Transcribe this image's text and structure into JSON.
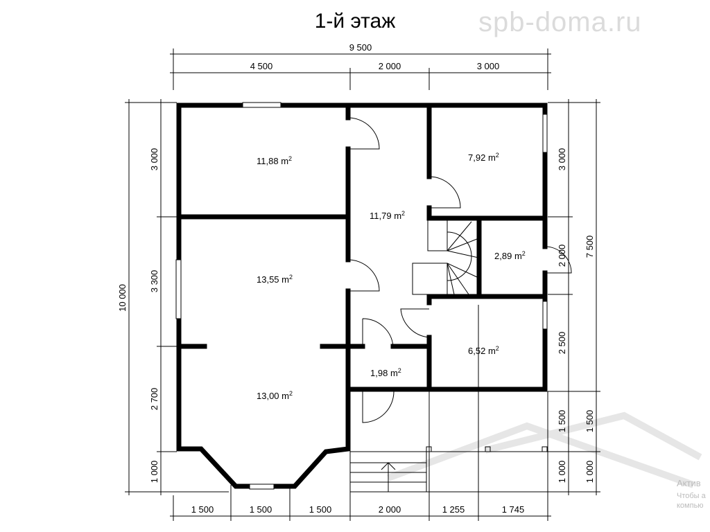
{
  "title": "1-й этаж",
  "dimensions": {
    "top_total": "9 500",
    "top": [
      "4 500",
      "2 000",
      "3 000"
    ],
    "left_total": "10 000",
    "left": [
      "3 000",
      "3 300",
      "2 700",
      "1 000"
    ],
    "right": [
      "3 000",
      "2 000",
      "2 500",
      "1 500",
      "1 000"
    ],
    "far_right": [
      "7 500",
      "1 500",
      "1 000"
    ],
    "bottom": [
      "1 500",
      "1 500",
      "1 500",
      "2 000",
      "1 255",
      "1 745"
    ]
  },
  "rooms": [
    {
      "area": "11,88",
      "unit": "m",
      "sup": "2"
    },
    {
      "area": "13,55",
      "unit": "m",
      "sup": "2"
    },
    {
      "area": "13,00",
      "unit": "m",
      "sup": "2"
    },
    {
      "area": "11,79",
      "unit": "m",
      "sup": "2"
    },
    {
      "area": "7,92",
      "unit": "m",
      "sup": "2"
    },
    {
      "area": "2,89",
      "unit": "m",
      "sup": "2"
    },
    {
      "area": "6,52",
      "unit": "m",
      "sup": "2"
    },
    {
      "area": "1,98",
      "unit": "m",
      "sup": "2"
    }
  ],
  "watermark": {
    "site": "spb-doma.ru"
  },
  "os_notice": [
    "Актив",
    "Чтобы а",
    "компью"
  ]
}
